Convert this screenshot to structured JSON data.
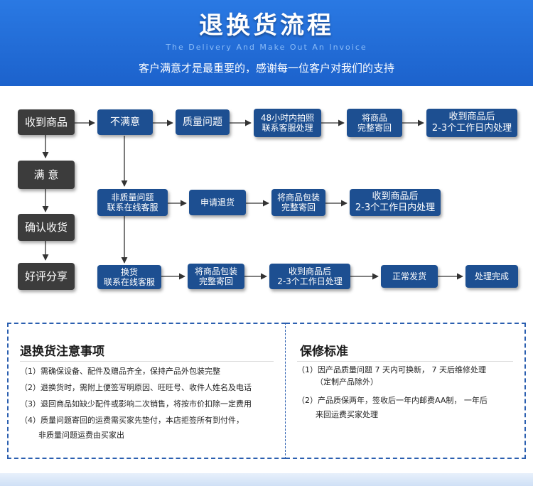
{
  "header": {
    "title": "退换货流程",
    "subtitle": "The Delivery And Make Out An Invoice",
    "tagline": "客户满意才是最重要的，感谢每一位客户对我们的支持"
  },
  "flow": {
    "left_column": [
      "收到商品",
      "满 意",
      "确认收货",
      "好评分享"
    ],
    "row1": [
      "不满意",
      "质量问题",
      "48小时内拍照\n联系客服处理",
      "将商品\n完整寄回",
      "收到商品后\n2-3个工作日内处理"
    ],
    "row2": [
      "非质量问题\n联系在线客服",
      "申请退货",
      "将商品包装\n完整寄回",
      "收到商品后\n2-3个工作日内处理"
    ],
    "row3": [
      "换货\n联系在线客服",
      "将商品包装\n完整寄回",
      "收到商品后\n2-3个工作日处理",
      "正常发货",
      "处理完成"
    ]
  },
  "notes": {
    "title": "退换货注意事项",
    "items": [
      "（1）需确保设备、配件及赠品齐全，保持产品外包装完整",
      "（2）退换货时，需附上便签写明原因、旺旺号、收件人姓名及电话",
      "（3）退回商品如缺少配件或影响二次销售，将按市价扣除一定费用",
      "（4）质量问题寄回的运费需买家先垫付，本店拒签所有到付件，",
      "非质量问题运费由买家出"
    ]
  },
  "warranty": {
    "title": "保修标准",
    "items": [
      "（1）因产品质量问题 7 天内可换新， 7 天后维修处理",
      "（定制产品除外）",
      "（2）产品质保两年，签收后一年内邮费AA制， 一年后",
      "来回运费买家处理"
    ]
  },
  "colors": {
    "header_blue": "#1c62cc",
    "box_blue": "#1d4f91",
    "box_gray": "#3c3c3c",
    "dashed_border": "#2b5fb0"
  }
}
